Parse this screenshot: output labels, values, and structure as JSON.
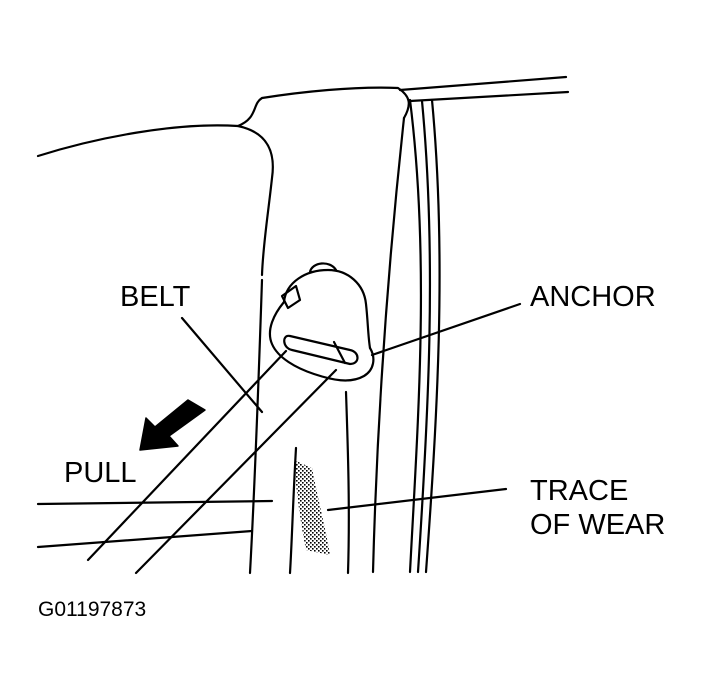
{
  "labels": {
    "belt": "BELT",
    "anchor": "ANCHOR",
    "pull": "PULL",
    "trace_line1": "TRACE",
    "trace_line2": "OF WEAR"
  },
  "figure_code": "G01197873",
  "colors": {
    "ink": "#000000",
    "paper": "#ffffff"
  }
}
